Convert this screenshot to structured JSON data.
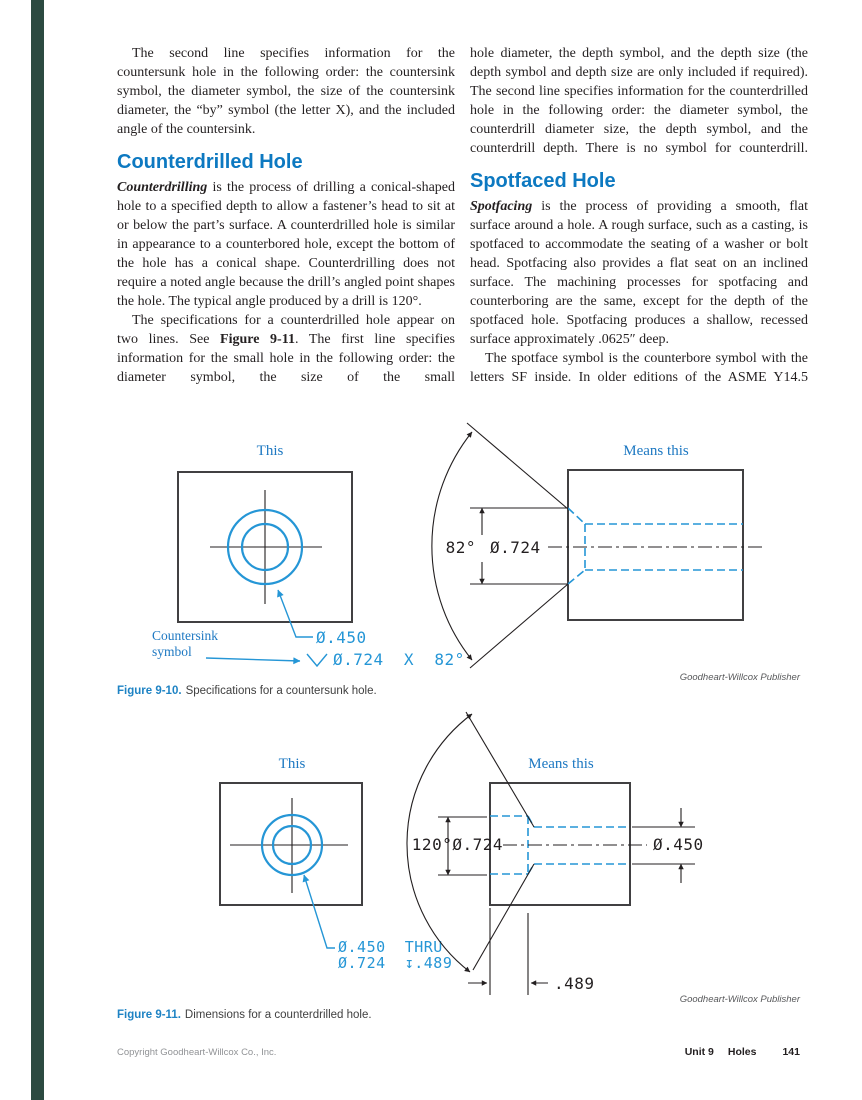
{
  "left": {
    "para1": "The second line specifies information for the countersunk hole in the following order: the countersink symbol, the diameter symbol, the size of the countersink diameter, the “by” symbol (the letter X), and the included angle of the countersink.",
    "heading": "Counterdrilled Hole",
    "para2_lead": "Counterdrilling",
    "para2_rest": " is the process of drilling a conical-shaped hole to a specified depth to allow a fastener’s head to sit at or below the part’s surface. A counterdrilled hole is similar in appearance to a counterbored hole, except the bottom of the hole has a conical shape. Counterdrilling does not require a noted angle because the drill’s angled point shapes the hole. The typical angle produced by a drill is 120°.",
    "para3_pre": "The specifications for a counterdrilled hole appear on two lines. See ",
    "para3_ref": "Figure 9-11",
    "para3_post": ". The first line specifies information for the small hole in the following order: the diameter symbol, the size of the small"
  },
  "right": {
    "para1": "hole diameter, the depth symbol, and the depth size (the depth symbol and depth size are only included if required). The second line specifies information for the counterdrilled hole in the following order: the diameter symbol, the counterdrill diameter size, the depth symbol, and the counterdrill depth. There is no symbol for counterdrill.",
    "heading": "Spotfaced Hole",
    "para2_lead": "Spotfacing",
    "para2_rest": " is the process of providing a smooth, flat surface around a hole. A rough surface, such as a casting, is spotfaced to accommodate the seating of a washer or bolt head. Spotfacing also provides a flat seat on an inclined surface. The machining processes for spotfacing and counterboring are the same, except for the depth of the spotfaced hole. Spotfacing produces a shallow, recessed surface approximately .0625″ deep.",
    "para3": "The spotface symbol is the counterbore symbol with the letters SF inside. In older editions of the ASME Y14.5"
  },
  "fig10": {
    "this_label": "This",
    "means_label": "Means this",
    "note_line1": "Countersink",
    "note_line2": "symbol",
    "callout_line1": "Ø.450",
    "callout_line2": "Ø.724  X  82°",
    "dim_angle": "82°",
    "dim_dia": "Ø.724",
    "credit": "Goodheart-Willcox Publisher",
    "caption_label": "Figure 9-10.",
    "caption_text": "Specifications for a countersunk hole."
  },
  "fig11": {
    "this_label": "This",
    "means_label": "Means this",
    "callout_line1": "Ø.450  THRU",
    "callout_line2": "Ø.724  ↧.489",
    "dim_left": "120°Ø.724",
    "dim_right": "Ø.450",
    "dim_depth": ".489",
    "credit": "Goodheart-Willcox Publisher",
    "caption_label": "Figure 9-11.",
    "caption_text": "Dimensions for a counterdrilled hole."
  },
  "footer": {
    "copyright": "Copyright Goodheart-Willcox Co., Inc.",
    "unit": "Unit 9",
    "section": "Holes",
    "page_number": "141"
  },
  "colors": {
    "heading_blue": "#0d79c1",
    "caption_blue": "#1e83c4",
    "drawing_blue": "#2596d6",
    "edge_band": "#2c4a41",
    "text": "#231f20"
  }
}
